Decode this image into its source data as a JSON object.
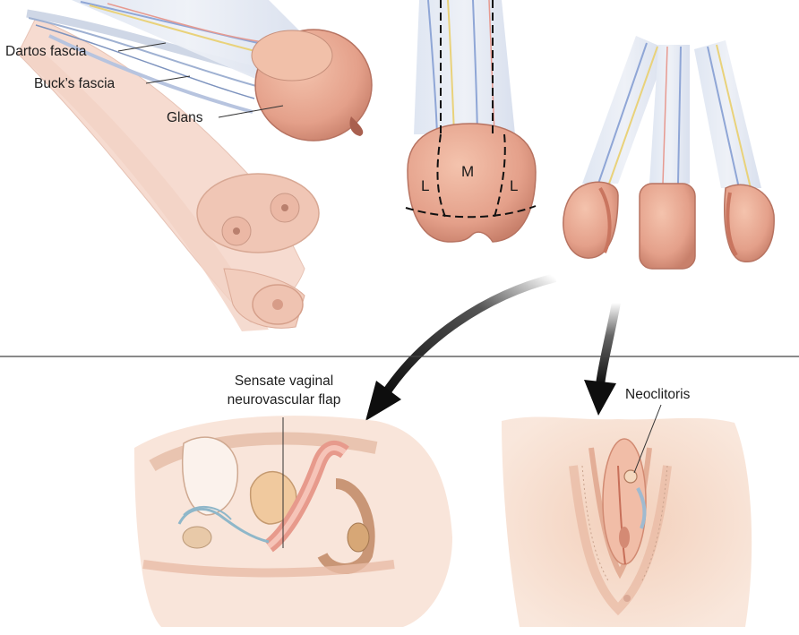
{
  "labels": {
    "dartos_fascia": "Dartos fascia",
    "bucks_fascia": "Buck’s fascia",
    "glans": "Glans",
    "flap_line1": "Sensate vaginal",
    "flap_line2": "neurovascular flap",
    "neoclitoris": "Neoclitoris"
  },
  "glans_segments": {
    "left": "L",
    "middle": "M",
    "right": "L"
  },
  "colors": {
    "skin_light": "#f6dcc8",
    "skin_mid": "#eec0a6",
    "glans": "#e6a58e",
    "glans_dark": "#c97e6a",
    "shaft_fade": "#f3cfc0",
    "divider": "#444444",
    "arrow": "#111111",
    "nerve_blue": "#8fa6d6",
    "nerve_yellow": "#e9d27a",
    "vessel_red": "#e79a90"
  }
}
